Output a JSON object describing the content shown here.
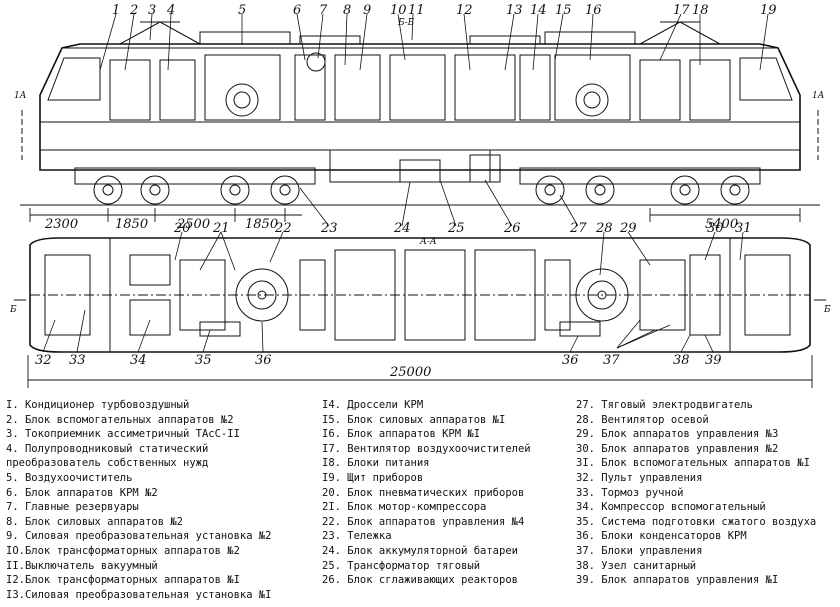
{
  "callouts_top": [
    "1",
    "2",
    "3",
    "4",
    "5",
    "6",
    "7",
    "8",
    "9",
    "10",
    "11",
    "12",
    "13",
    "14",
    "15",
    "16",
    "17",
    "18",
    "19"
  ],
  "callouts_bottom": [
    "20",
    "21",
    "22",
    "23",
    "24",
    "25",
    "26",
    "27",
    "28",
    "29",
    "30",
    "31",
    "32",
    "33",
    "34",
    "35",
    "36",
    "37",
    "38",
    "39"
  ],
  "section_labels": {
    "aa_top_left": "1A",
    "aa_top_right": "1A",
    "bb_top": "Б-Б",
    "aa_plan": "А-А",
    "bb_left": "Б",
    "bb_right": "Б"
  },
  "dimensions": {
    "d1": "2300",
    "d2": "1850",
    "d3": "2500",
    "d4": "1850",
    "d5": "5400",
    "overall": "25000"
  },
  "legend": {
    "col1": [
      "I. Кондиционер турбовоздушный",
      "2. Блок вспомогательных аппаратов №2",
      "3. Токоприемник ассиметричный ТАсС-II",
      "4. Полупроводниковый статический",
      "   преобразователь собственных нужд",
      "5. Воздухоочиститель",
      "6. Блок аппаратов КРМ №2",
      "7. Главные резервуары",
      "8. Блок силовых аппаратов №2",
      "9. Силовая преобразовательная установка №2",
      "IO.Блок трансформаторных аппаратов №2",
      "II.Выключатель вакуумный",
      "I2.Блок трансформаторных аппаратов №I",
      "I3.Силовая преобразовательная установка №I"
    ],
    "col2": [
      "I4. Дроссели КРМ",
      "I5. Блок силовых аппаратов №I",
      "I6. Блок аппаратов КРМ №I",
      "I7. Вентилятор воздухоочистителей",
      "I8. Блоки питания",
      "I9. Щит приборов",
      "20. Блок пневматических приборов",
      "2I. Блок мотор-компрессора",
      "22. Блок аппаратов управления №4",
      "23. Тележка",
      "24. Блок аккумуляторной батареи",
      "25. Трансформатор тяговый",
      "26. Блок сглаживающих реакторов"
    ],
    "col3": [
      "27. Тяговый электродвигатель",
      "28. Вентилятор осевой",
      "29. Блок аппаратов управления №3",
      "30. Блок аппаратов управления №2",
      "3I. Блок вспомогательных аппаратов №I",
      "32. Пульт управления",
      "33. Тормоз ручной",
      "34. Компрессор вспомогательный",
      "35. Система подготовки сжатого воздуха",
      "36. Блоки конденсаторов КРМ",
      "37. Блоки управления",
      "38. Узел санитарный",
      "39. Блок аппаратов управления №I"
    ]
  }
}
